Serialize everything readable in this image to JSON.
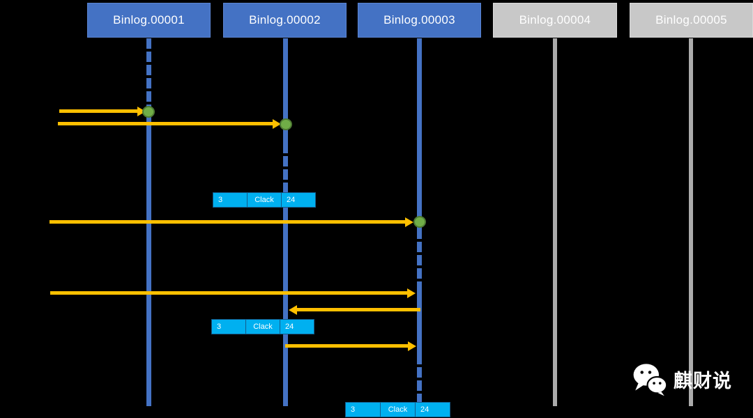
{
  "colors": {
    "background": "#000000",
    "binlog_active": "#4472C4",
    "binlog_active_border": "#5B84D1",
    "binlog_inactive": "#C8C8C8",
    "binlog_inactive_border": "#D9D9D9",
    "timeline_blue": "#4472C4",
    "timeline_gray": "#ABABAB",
    "arrow": "#FFC000",
    "dot_fill": "#70AD47",
    "dot_border": "#4E7A33",
    "cell_fill": "#00B0F0",
    "cell_border": "#155A8A",
    "text": "#FFFFFF"
  },
  "headers": [
    {
      "label": "Binlog.00001",
      "state": "active"
    },
    {
      "label": "Binlog.00002",
      "state": "active"
    },
    {
      "label": "Binlog.00003",
      "state": "active"
    },
    {
      "label": "Binlog.00004",
      "state": "inactive"
    },
    {
      "label": "Binlog.00005",
      "state": "inactive"
    }
  ],
  "cell_rows": [
    {
      "cells": [
        "3",
        "Clack",
        "24"
      ],
      "anchor": "Binlog.00002"
    },
    {
      "cells": [
        "3",
        "Clack",
        "24"
      ],
      "anchor": "Binlog.00002"
    },
    {
      "cells": [
        "3",
        "Clack",
        "24"
      ],
      "anchor": "Binlog.00003"
    }
  ],
  "watermark": {
    "brand": "麒财说",
    "icon": "wechat-icon"
  }
}
